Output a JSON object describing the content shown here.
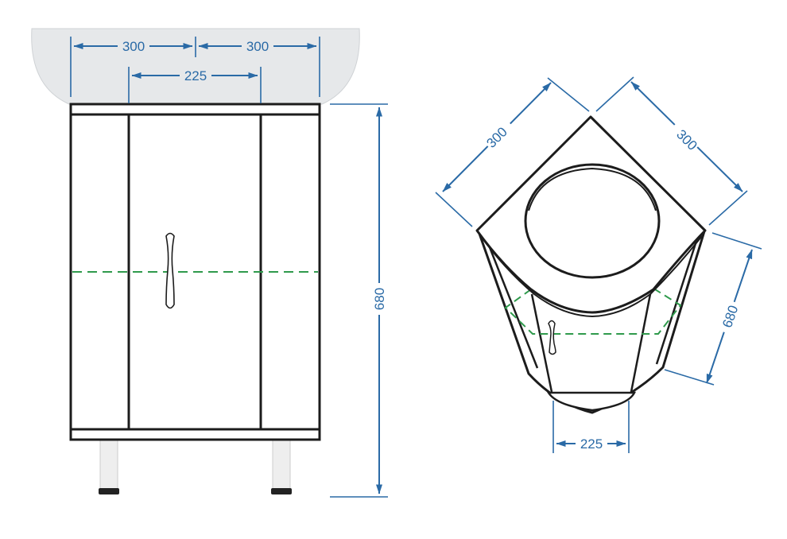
{
  "colors": {
    "dimension": "#2a6aa6",
    "outline": "#1c1c1c",
    "basin_fill": "#e6e8ea",
    "basin_stroke": "#cfd2d5",
    "leg_fill": "#eeeeee",
    "foot": "#222222",
    "dash": "#2f9a4c",
    "handle_fill": "#ffffff"
  },
  "front_view": {
    "width_left_label": "300",
    "width_right_label": "300",
    "door_width_label": "225",
    "height_label": "680"
  },
  "top_view": {
    "side_left_label": "300",
    "side_right_label": "300",
    "depth_label": "680",
    "front_width_label": "225"
  }
}
